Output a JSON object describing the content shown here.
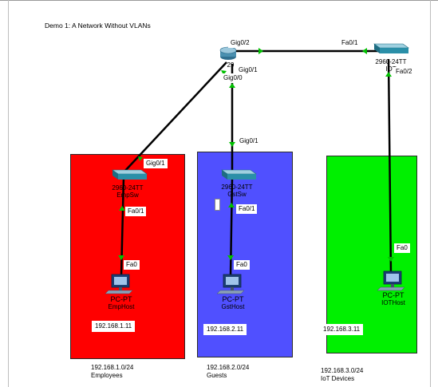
{
  "title": "Demo 1: A Network Without VLANs",
  "devices": {
    "router": {
      "name": "29",
      "icon": "router-icon"
    },
    "emp_switch": {
      "model": "2960-24TT",
      "name": "EmpSw",
      "icon": "switch-icon"
    },
    "gst_switch": {
      "model": "2960-24TT",
      "name": "GstSw",
      "icon": "switch-icon"
    },
    "iot_switch": {
      "model": "2960-24TT",
      "name": "IOT",
      "icon": "switch-icon"
    },
    "emp_host": {
      "type": "PC-PT",
      "name": "EmpHost",
      "ip": "192.168.1.11",
      "icon": "pc-icon"
    },
    "gst_host": {
      "type": "PC-PT",
      "name": "GstHost",
      "ip": "192.168.2.11",
      "icon": "pc-icon"
    },
    "iot_host": {
      "type": "PC-PT",
      "name": "IOTHost",
      "ip": "192.168.3.11",
      "icon": "pc-icon"
    }
  },
  "ports": {
    "router_gig0_2": "Gig0/2",
    "router_gig0_1": "Gig0/1",
    "router_gig0_0": "Gig0/0",
    "iot_fa0_1": "Fa0/1",
    "iot_fa0_2": "Fa0/2",
    "emp_gig0_1": "Gig0/1",
    "emp_fa0_1": "Fa0/1",
    "gst_gig0_1": "Gig0/1",
    "gst_fa0_1": "Fa0/1",
    "emp_host_fa0": "Fa0",
    "gst_host_fa0": "Fa0",
    "iot_host_fa0": "Fa0"
  },
  "zones": [
    {
      "network": "192.168.1.0/24",
      "label": "Employees",
      "color": "#ff0000"
    },
    {
      "network": "192.168.2.0/24",
      "label": "Guests",
      "color": "#5050ff"
    },
    {
      "network": "192.168.3.0/24",
      "label": "IoT Devices",
      "color": "#00f000"
    }
  ],
  "colors": {
    "link": "#000000",
    "link_up": "#00c000",
    "switch": "#2a8fa8",
    "router": "#3a7fa0"
  }
}
